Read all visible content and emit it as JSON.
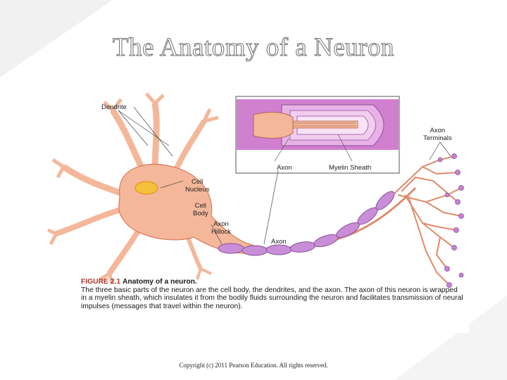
{
  "slide": {
    "title": "The Anatomy of a Neuron",
    "copyright": "Copyright (c) 2011 Pearson Education. All rights reserved."
  },
  "figure": {
    "labels": {
      "dendrite": "Dendrite",
      "cell_nucleus": "Cell\nNucleus",
      "cell_body": "Cell\nBody",
      "axon_hillock": "Axon\nHillock",
      "axon_main": "Axon",
      "axon_terminals": "Axon\nTerminals",
      "inset_axon": "Axon",
      "inset_myelin": "Myelin Sheath"
    },
    "caption": {
      "figure_number": "FIGURE 2.1",
      "figure_title": "Anatomy of a neuron.",
      "text": "The three basic parts of the neuron are the cell body, the dendrites, and the axon. The axon of this neuron is wrapped in a myelin sheath, which insulates it from the bodily fluids surrounding the neuron and facilitates transmission of neural impulses (messages that travel within the neuron)."
    }
  },
  "colors": {
    "cell": "#f4b79a",
    "cell_outline": "#d77a58",
    "nucleus": "#f7c03a",
    "myelin": "#c98ed8",
    "myelin_outline": "#8a4f9a",
    "terminal": "#c682d6",
    "inset_bg": "#d17fcf"
  }
}
